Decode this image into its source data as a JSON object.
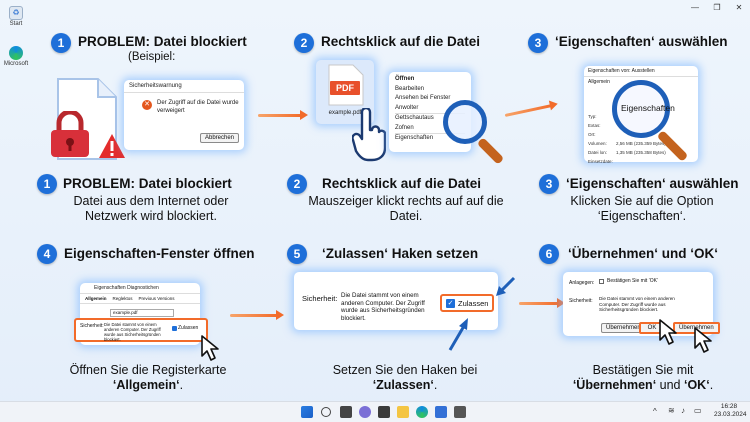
{
  "desktop": {
    "icons": [
      {
        "label": "Start",
        "icon": "recycle-bin-icon"
      },
      {
        "label": "Microsoft",
        "icon": "edge-icon"
      }
    ]
  },
  "steps": {
    "s1": {
      "num": "1",
      "title": "PROBLEM: Datei blockiert",
      "sub": "(Beispiel:",
      "title2": "PROBLEM: Datei blockiert",
      "desc": "Datei aus dem Internet oder Netzwerk wird blockiert."
    },
    "s2": {
      "num": "2",
      "title": "Rechtsklick auf die Datei",
      "title2": "Rechtsklick auf die Datei",
      "desc": "Mauszeiger klickt rechts auf auf die Datei."
    },
    "s3": {
      "num": "3",
      "title": "‘Eigenschaften‘ auswählen",
      "title2": "‘Eigenschaften‘ auswählen",
      "desc": "Klicken Sie auf die Option ‘Eigenschaften‘."
    },
    "s4": {
      "num": "4",
      "title": "Eigenschaften-Fenster öffnen",
      "desc_pre": "Öffnen Sie die Registerkarte",
      "desc_bold": "‘Allgemein‘",
      "desc_post": "."
    },
    "s5": {
      "num": "5",
      "title": "‘Zulassen‘ Haken setzen",
      "desc_pre": "Setzen Sie den Haken bei",
      "desc_bold": "‘Zulassen‘",
      "desc_post": "."
    },
    "s6": {
      "num": "6",
      "title": "‘Übernehmen‘ und ‘OK‘",
      "desc_pre": "Bestätigen Sie mit",
      "desc_bold1": "‘Übernehmen‘",
      "desc_mid": " und ",
      "desc_bold2": "‘OK‘",
      "desc_post": "."
    }
  },
  "dialog1": {
    "title": "Sicherheitswarnung",
    "message": "Der Zugriff auf die Datei wurde verweigert",
    "button": "Abbrechen"
  },
  "file": {
    "badge": "PDF",
    "name": "example.pdf"
  },
  "context_menu": {
    "items": [
      "Öffnen",
      "Bearbeiten",
      "Ansehen bei Fenster",
      "Anwolter",
      "Gettschautaus",
      "Zofnen",
      "Eigenschaften"
    ]
  },
  "props_small": {
    "title": "Eigenschaften von: Ausstellen",
    "tab": "Allgemein",
    "rows": [
      "Typ:",
      "Extas:",
      "Ort:",
      "Volumen:",
      "Datei lon:",
      "Einsetzdate:"
    ],
    "sizes": [
      "2,56 MB (235.359 Bytes)",
      "1,35 MB (235.358 Bytes)"
    ],
    "zoom_label": "Eigenschaften"
  },
  "props4": {
    "title": "Eigenschaften Diagnostichen",
    "tabs": [
      "Allgemein",
      "Reglektos",
      "Previous Versions"
    ],
    "filename": "example.pdf",
    "security_label": "Sicherheit:",
    "security_text": "Die Datei stammt von einem anderen Computer. Der Zugriff wurde aus Sicherheitsgründen blockiert.",
    "allow": "Zulassen"
  },
  "props5": {
    "security_label": "Sicherheit:",
    "security_text": "Die Datei stammt von einem anderen Computer. Der Zugriff wurde aus Sicherheitsgründen blockiert.",
    "allow": "Zulassen"
  },
  "props6": {
    "attr_label": "Anlagegen:",
    "attr_text": "Bestätigen Sie mit ‘OK‘",
    "security_label": "Sicherheit:",
    "security_text": "Die Datei stammt von einem anderen Computer. Der Zugriff wurde aus Sicherheitsgründen blockiert.",
    "buttons": {
      "apply": "Übernehmen",
      "ok": "OK",
      "apply2": "Übernehmen"
    }
  },
  "taskbar": {
    "time": "16:28",
    "date": "23.03.2024"
  },
  "colors": {
    "accent": "#1e6fd9",
    "arrow": "#f26b2a",
    "glow": "#78b4ff"
  }
}
